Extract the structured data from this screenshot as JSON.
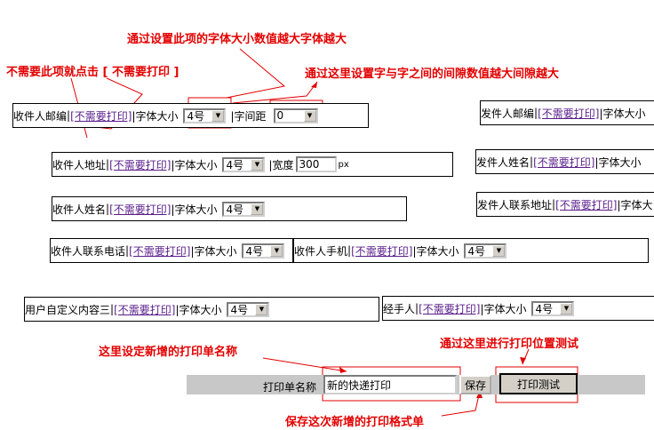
{
  "annotations": {
    "font_size_note": "通过设置此项的字体大小数值越大字体越大",
    "skip_print_note": "不需要此项就点击 [ 不需要打印 ]",
    "spacing_note": "通过这里设置字与字之间的间隙数值越大间隙越大",
    "name_note": "这里设定新增的打印单名称",
    "test_note": "通过这里进行打印位置测试",
    "save_note": "保存这次新增的打印格式单"
  },
  "common": {
    "skip_print": "[不需要打印]",
    "font_size_label": "|字体大小",
    "sep": "|"
  },
  "fields": {
    "recv_zip": {
      "label": "收件人邮编",
      "size": "4号",
      "spacing_label": "|字间距",
      "spacing": "0"
    },
    "recv_addr": {
      "label": "收件人地址",
      "size": "4号",
      "width_label": "|宽度",
      "width": "300",
      "unit": "px"
    },
    "recv_name": {
      "label": "收件人姓名",
      "size": "4号"
    },
    "recv_phone": {
      "label": "收件人联系电话",
      "size": "4号"
    },
    "recv_mobile": {
      "label": "收件人手机",
      "size": "4号"
    },
    "custom3": {
      "label": "用户自定义内容三",
      "size": "4号"
    },
    "handler": {
      "label": "经手人",
      "size": "4号"
    },
    "send_zip": {
      "label": "发件人邮编",
      "font_size_label": "|字体大小"
    },
    "send_name": {
      "label": "发件人姓名",
      "font_size_label": "|字体大小"
    },
    "send_addr": {
      "label": "发件人联系地址",
      "font_size_label": "|字体大"
    }
  },
  "footer": {
    "name_label": "打印单名称",
    "name_value": "新的快递打印",
    "save": "保存",
    "test": "打印测试"
  }
}
